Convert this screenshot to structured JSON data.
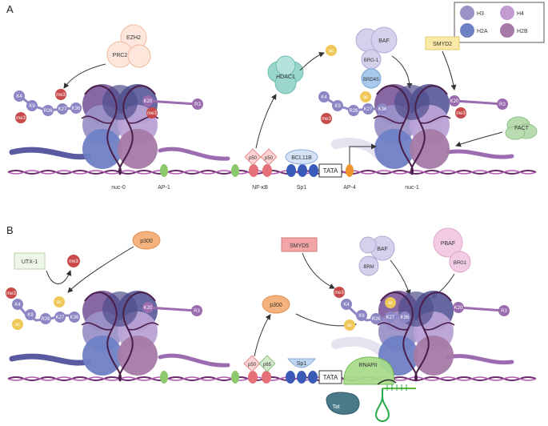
{
  "panels": {
    "a": "A",
    "b": "B"
  },
  "legend": {
    "h3": "H3",
    "h4": "H4",
    "h2a": "H2A",
    "h2b": "H2B"
  },
  "colors": {
    "h3": "#9b91c8",
    "h4": "#c39bd3",
    "h2a": "#6f7fc4",
    "h2b": "#a57aa6",
    "tail": "#8c86c4",
    "me3": "#c84a4a",
    "ac": "#f0c85a",
    "dna": "#6b2a6b"
  },
  "panel_a": {
    "ezh2": "EZH2",
    "prc2": "PRC2",
    "hdac1": "HDAC1",
    "ac_released": "ac",
    "baf": "BAF",
    "brg1": "BRG-1",
    "brd4": "BRD4S",
    "smyd2": "SMYD2",
    "fact": "FACT",
    "left_tail": {
      "k4": "K4",
      "k9": "K9",
      "r26": "R26",
      "k27": "K27",
      "k36": "K36",
      "me3_top": "me3",
      "me3_bottom": "me3"
    },
    "left_right_tail": {
      "k20": "K20",
      "me3": "me3",
      "r3": "R3"
    },
    "right_tail": {
      "k4": "K4",
      "k9": "K9",
      "r26": "R26",
      "k27": "K27",
      "k36": "K36",
      "me3": "me3",
      "ac": "ac"
    },
    "right_right_tail": {
      "k20": "K20",
      "me3": "me3",
      "r3": "R3"
    },
    "p50_1": "p50",
    "p50_2": "p50",
    "bcl11b": "BCL11B",
    "tata": "TATA",
    "nuc0": "nuc-0",
    "ap1": "AP-1",
    "nfkb": "NF-κB",
    "sp1": "Sp1",
    "ap4": "AP-4",
    "nuc1": "nuc-1"
  },
  "panel_b": {
    "utx1": "UTX-1",
    "me3_released": "me3",
    "p300_top": "p300",
    "smyd5": "SMYD5",
    "baf": "BAF",
    "brm": "BRM",
    "pbaf": "PBAF",
    "brg1": "BRG1",
    "p300_mid": "p300",
    "left_tail": {
      "me3": "me3",
      "k4": "K4",
      "k9": "K9",
      "r26": "R26",
      "k27": "K27",
      "k36": "K36",
      "ac_top": "ac",
      "ac_bottom": "ac"
    },
    "left_right_tail": {
      "k20": "K20",
      "r3": "R3"
    },
    "right_tail": {
      "me3": "me3",
      "k4": "K4",
      "k9": "K9",
      "r26": "R26",
      "k27": "K27",
      "k36": "K36",
      "ac_top": "ac",
      "ac_bottom": "ac"
    },
    "right_right_tail": {
      "k20": "K20",
      "r3": "R3"
    },
    "p50": "p50",
    "p65": "p65",
    "sp1": "Sp1",
    "tata": "TATA",
    "rnapii": "RNAPII",
    "tat": "Tat"
  }
}
